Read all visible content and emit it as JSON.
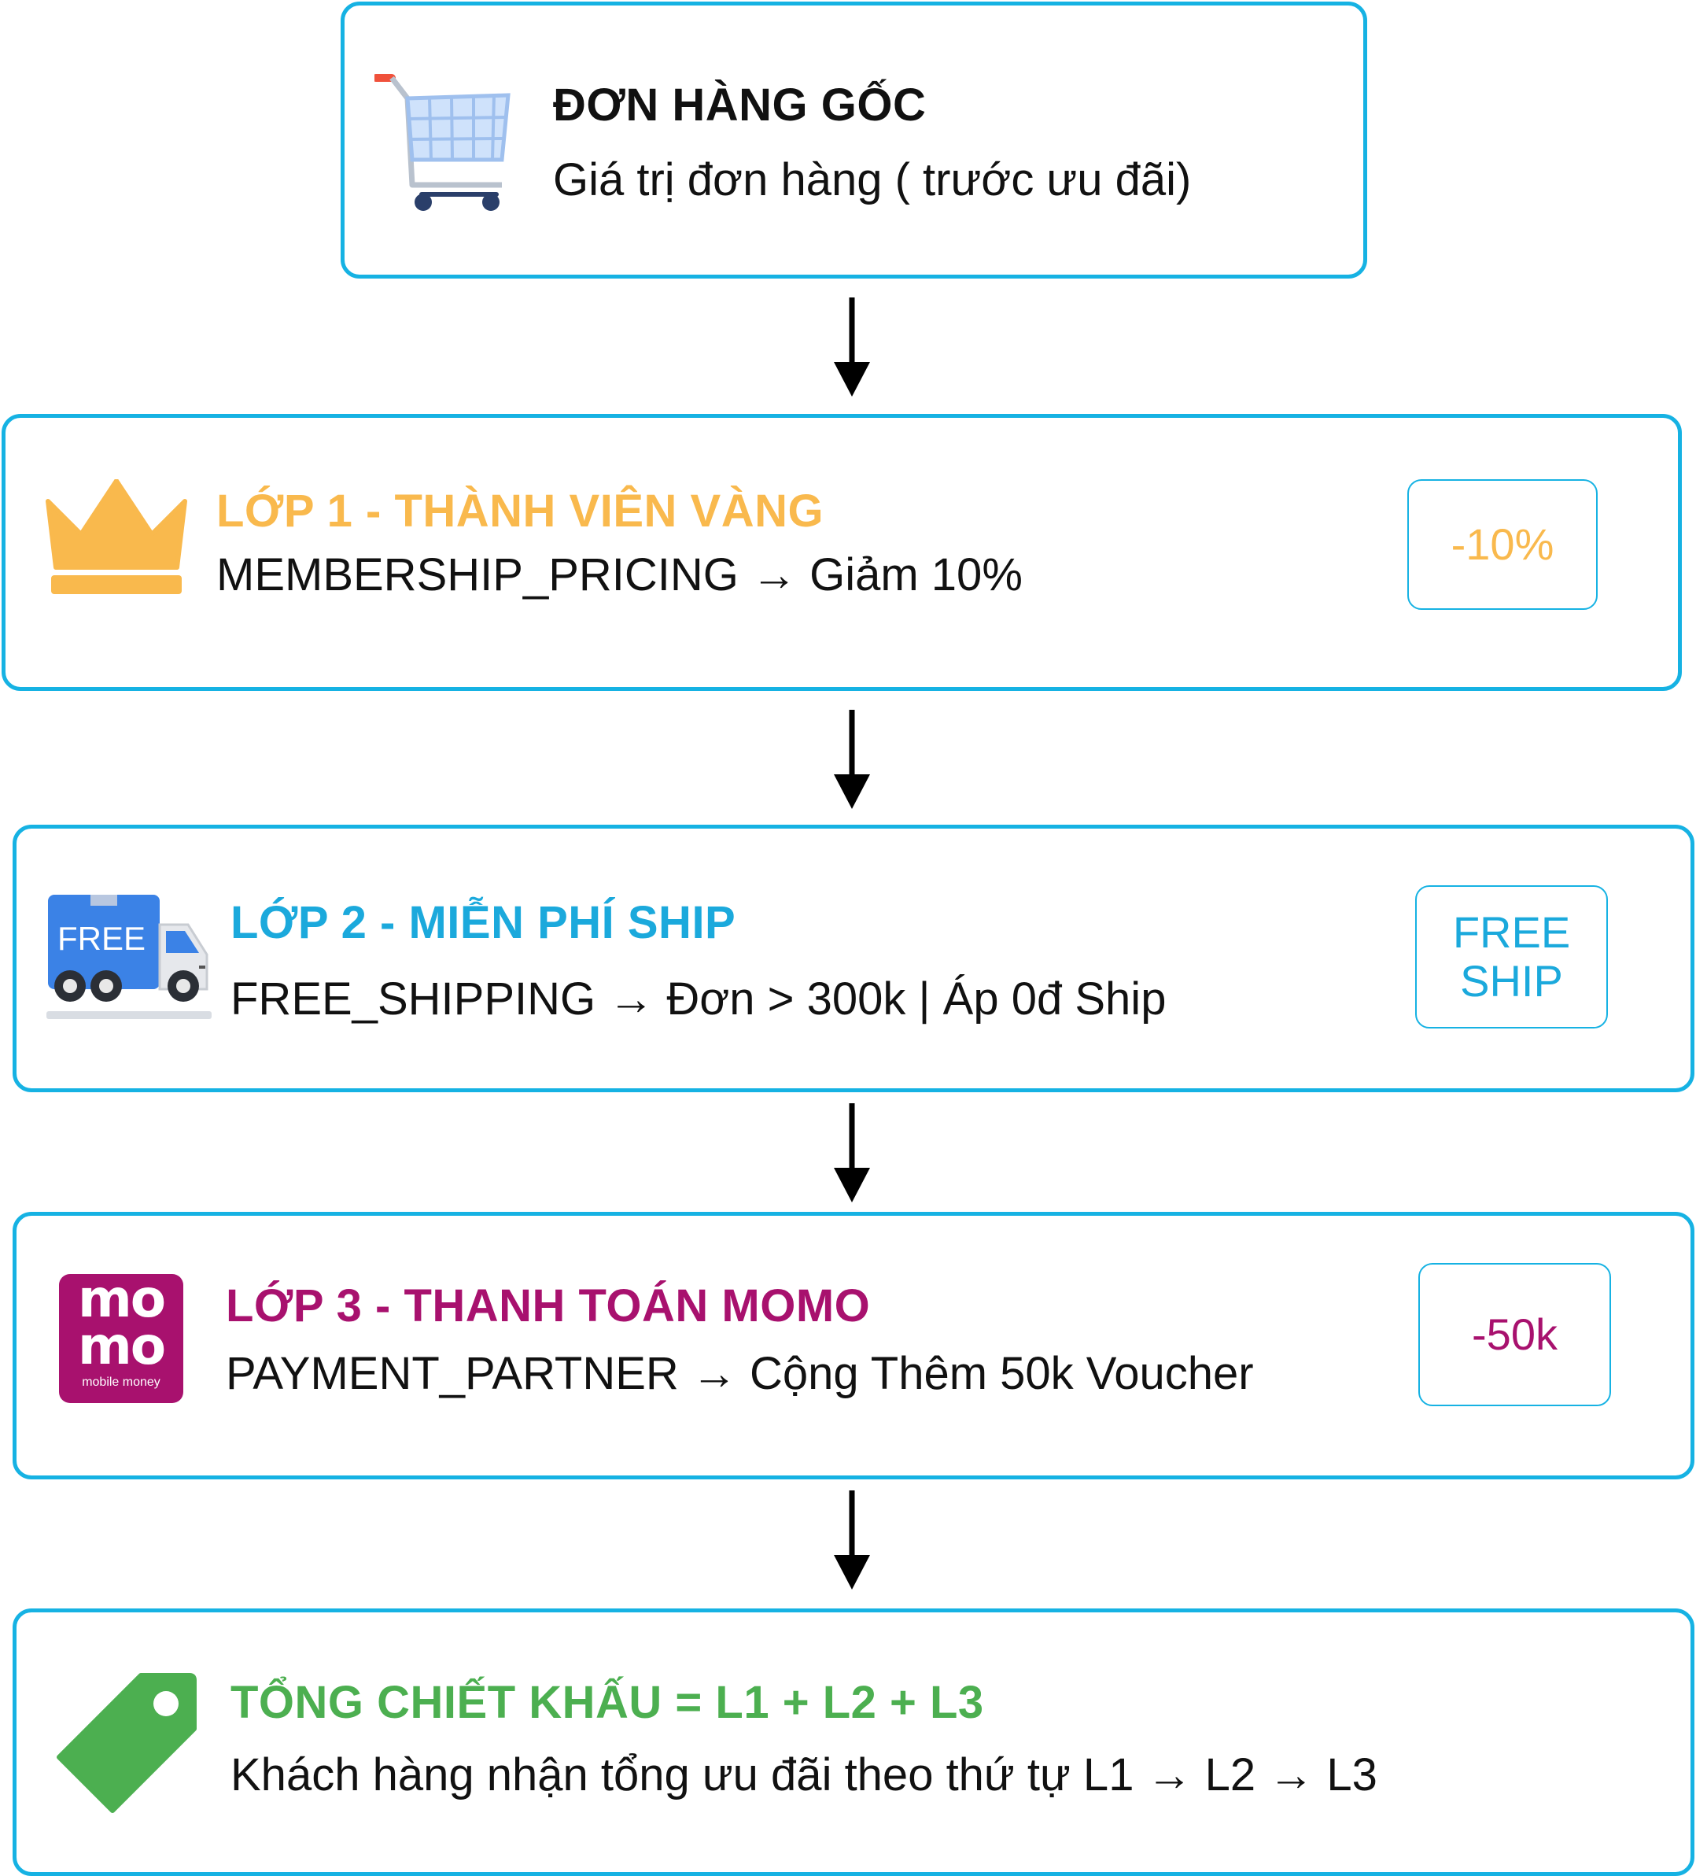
{
  "colors": {
    "border": "#16b2e3",
    "layer1": "#f9b94d",
    "layer2": "#1ba9dc",
    "layer3": "#a8116e",
    "total": "#4caf50",
    "text": "#111111"
  },
  "origin": {
    "title": "ĐƠN HÀNG GỐC",
    "desc": "Giá trị đơn hàng ( trước ưu đãi)",
    "icon": "shopping-cart-icon"
  },
  "layer1": {
    "title": "LỚP 1 - THÀNH VIÊN VÀNG",
    "desc": "MEMBERSHIP_PRICING → Giảm 10%",
    "badge": "-10%",
    "icon": "crown-icon"
  },
  "layer2": {
    "title": "LỚP 2 - MIỄN PHÍ SHIP",
    "desc": "FREE_SHIPPING → Đơn > 300k | Áp 0đ Ship",
    "badge_line1": "FREE",
    "badge_line2": "SHIP",
    "icon": "free-delivery-truck-icon",
    "icon_text": "FREE"
  },
  "layer3": {
    "title": "LỚP 3 - THANH TOÁN MOMO",
    "desc": "PAYMENT_PARTNER → Cộng Thêm 50k Voucher",
    "badge": "-50k",
    "icon": "momo-logo-icon",
    "logo_line1": "mo",
    "logo_line2": "mo",
    "logo_sub": "mobile money"
  },
  "total": {
    "title": "TỔNG CHIẾT KHẤU = L1 + L2 + L3",
    "desc": "Khách hàng nhận tổng ưu đãi theo thứ tự L1 → L2 → L3",
    "icon": "price-tag-icon"
  }
}
